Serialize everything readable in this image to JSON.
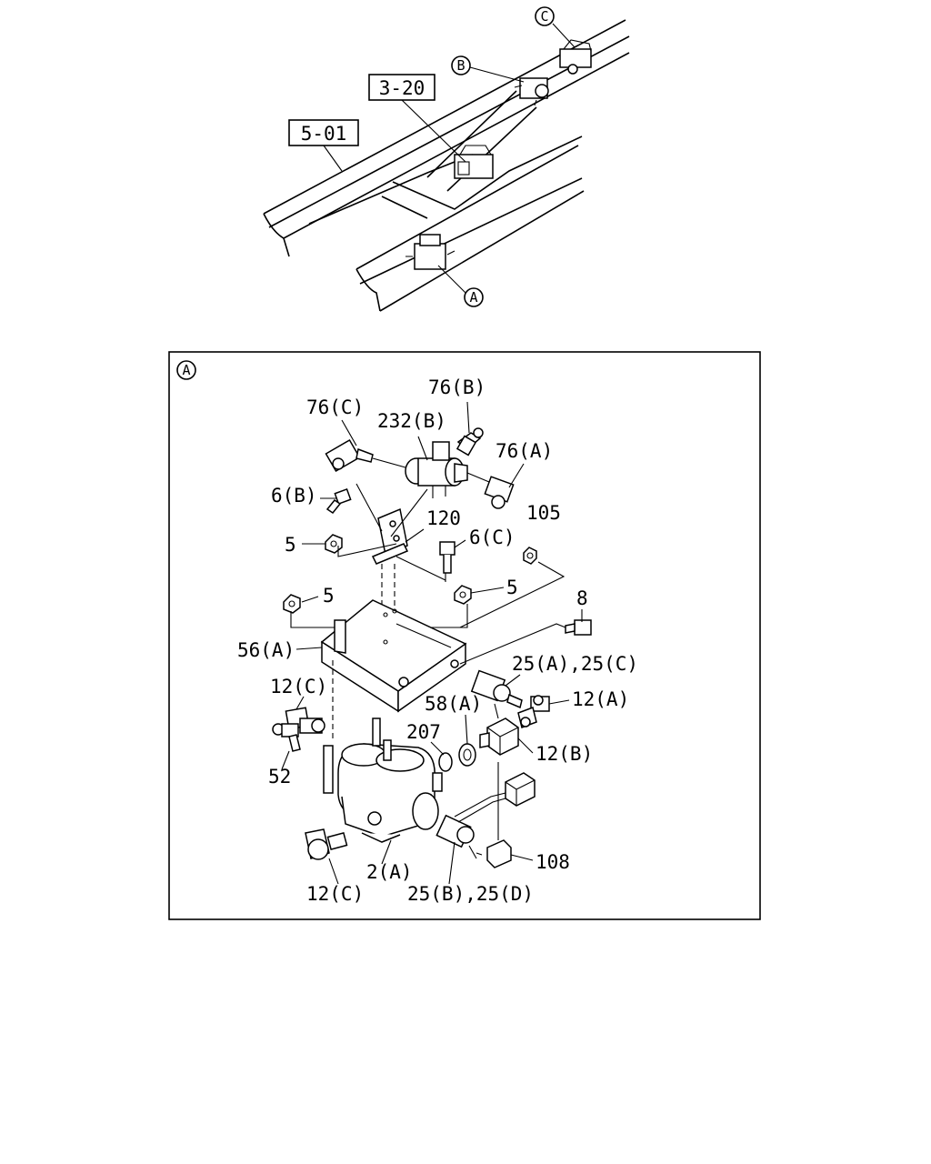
{
  "top_view": {
    "callout_c": "C",
    "callout_b": "B",
    "callout_a": "A",
    "ref_box_1": "3-20",
    "ref_box_2": "5-01"
  },
  "detail": {
    "marker": "A",
    "labels": {
      "p76c": "76(C)",
      "p76b": "76(B)",
      "p232b": "232(B)",
      "p76a": "76(A)",
      "p6b": "6(B)",
      "p120": "120",
      "p105": "105",
      "p5_a": "5",
      "p6c": "6(C)",
      "p5_b": "5",
      "p5_c": "5",
      "p8": "8",
      "p56a": "56(A)",
      "p25ac": "25(A),25(C)",
      "p12c_top": "12(C)",
      "p12a": "12(A)",
      "p58a": "58(A)",
      "p207": "207",
      "p12b": "12(B)",
      "p52": "52",
      "p108": "108",
      "p2a": "2(A)",
      "p12c_bot": "12(C)",
      "p25bd": "25(B),25(D)"
    }
  }
}
